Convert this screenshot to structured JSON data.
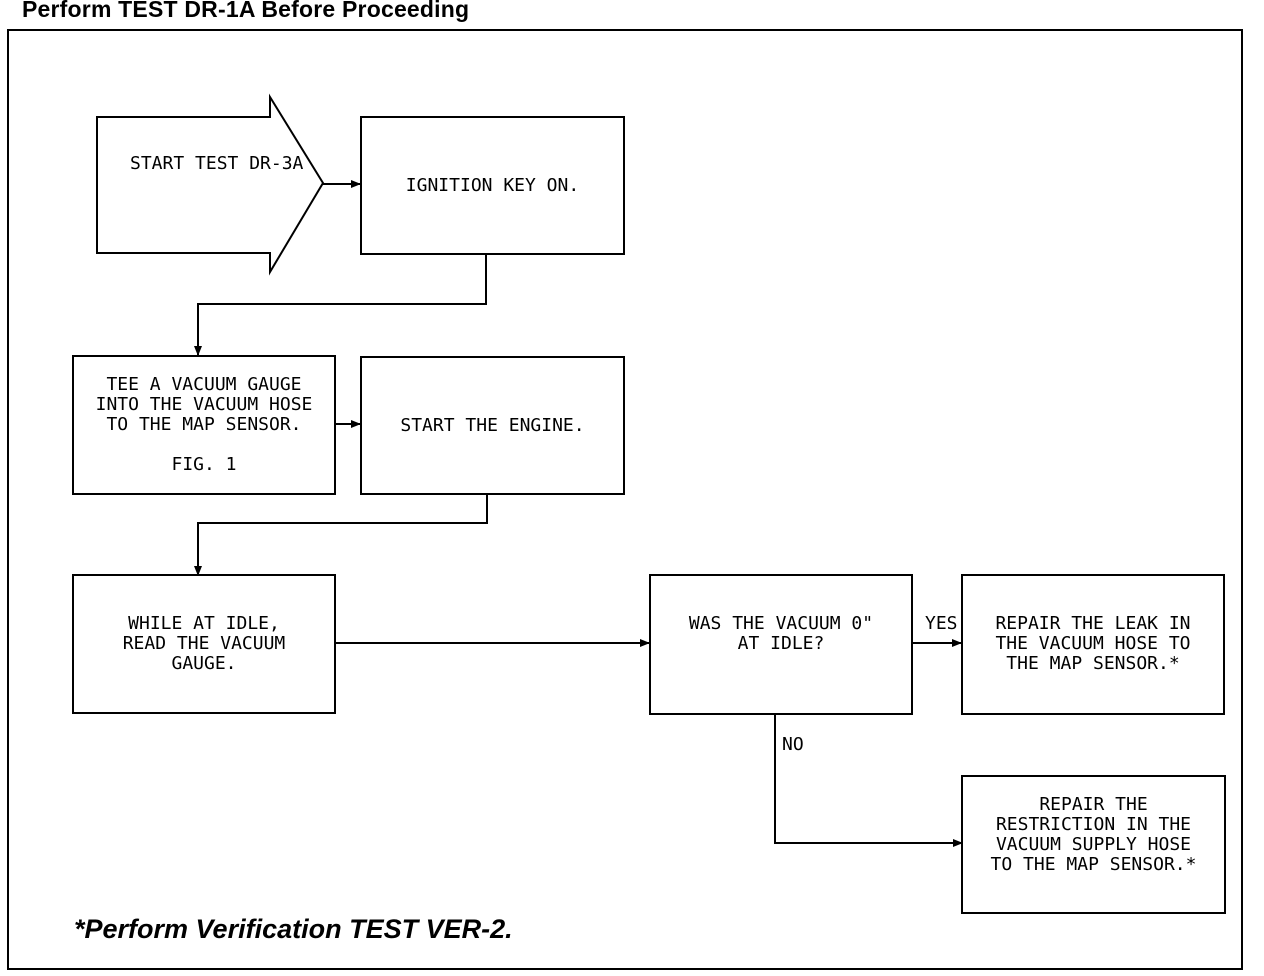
{
  "header": {
    "title": "Perform TEST DR-1A Before Proceeding"
  },
  "diagram": {
    "start": "START TEST\nDR-3A",
    "step_ignition": "IGNITION KEY ON.",
    "step_tee_gauge": "TEE A VACUUM GAUGE\nINTO THE VACUUM HOSE\nTO THE MAP SENSOR.\n\nFIG. 1",
    "step_start_engine": "START THE ENGINE.",
    "step_read_gauge": "WHILE AT IDLE,\nREAD THE VACUUM\nGAUGE.",
    "decision_vacuum": "WAS THE VACUUM 0\"\nAT IDLE?",
    "label_yes": "YES",
    "label_no": "NO",
    "result_leak": "REPAIR THE LEAK IN\nTHE VACUUM HOSE TO\nTHE MAP SENSOR.*",
    "result_restriction": "REPAIR THE\nRESTRICTION IN THE\nVACUUM SUPPLY HOSE\nTO THE MAP SENSOR.*"
  },
  "footer": {
    "note": "*Perform Verification TEST VER-2."
  }
}
